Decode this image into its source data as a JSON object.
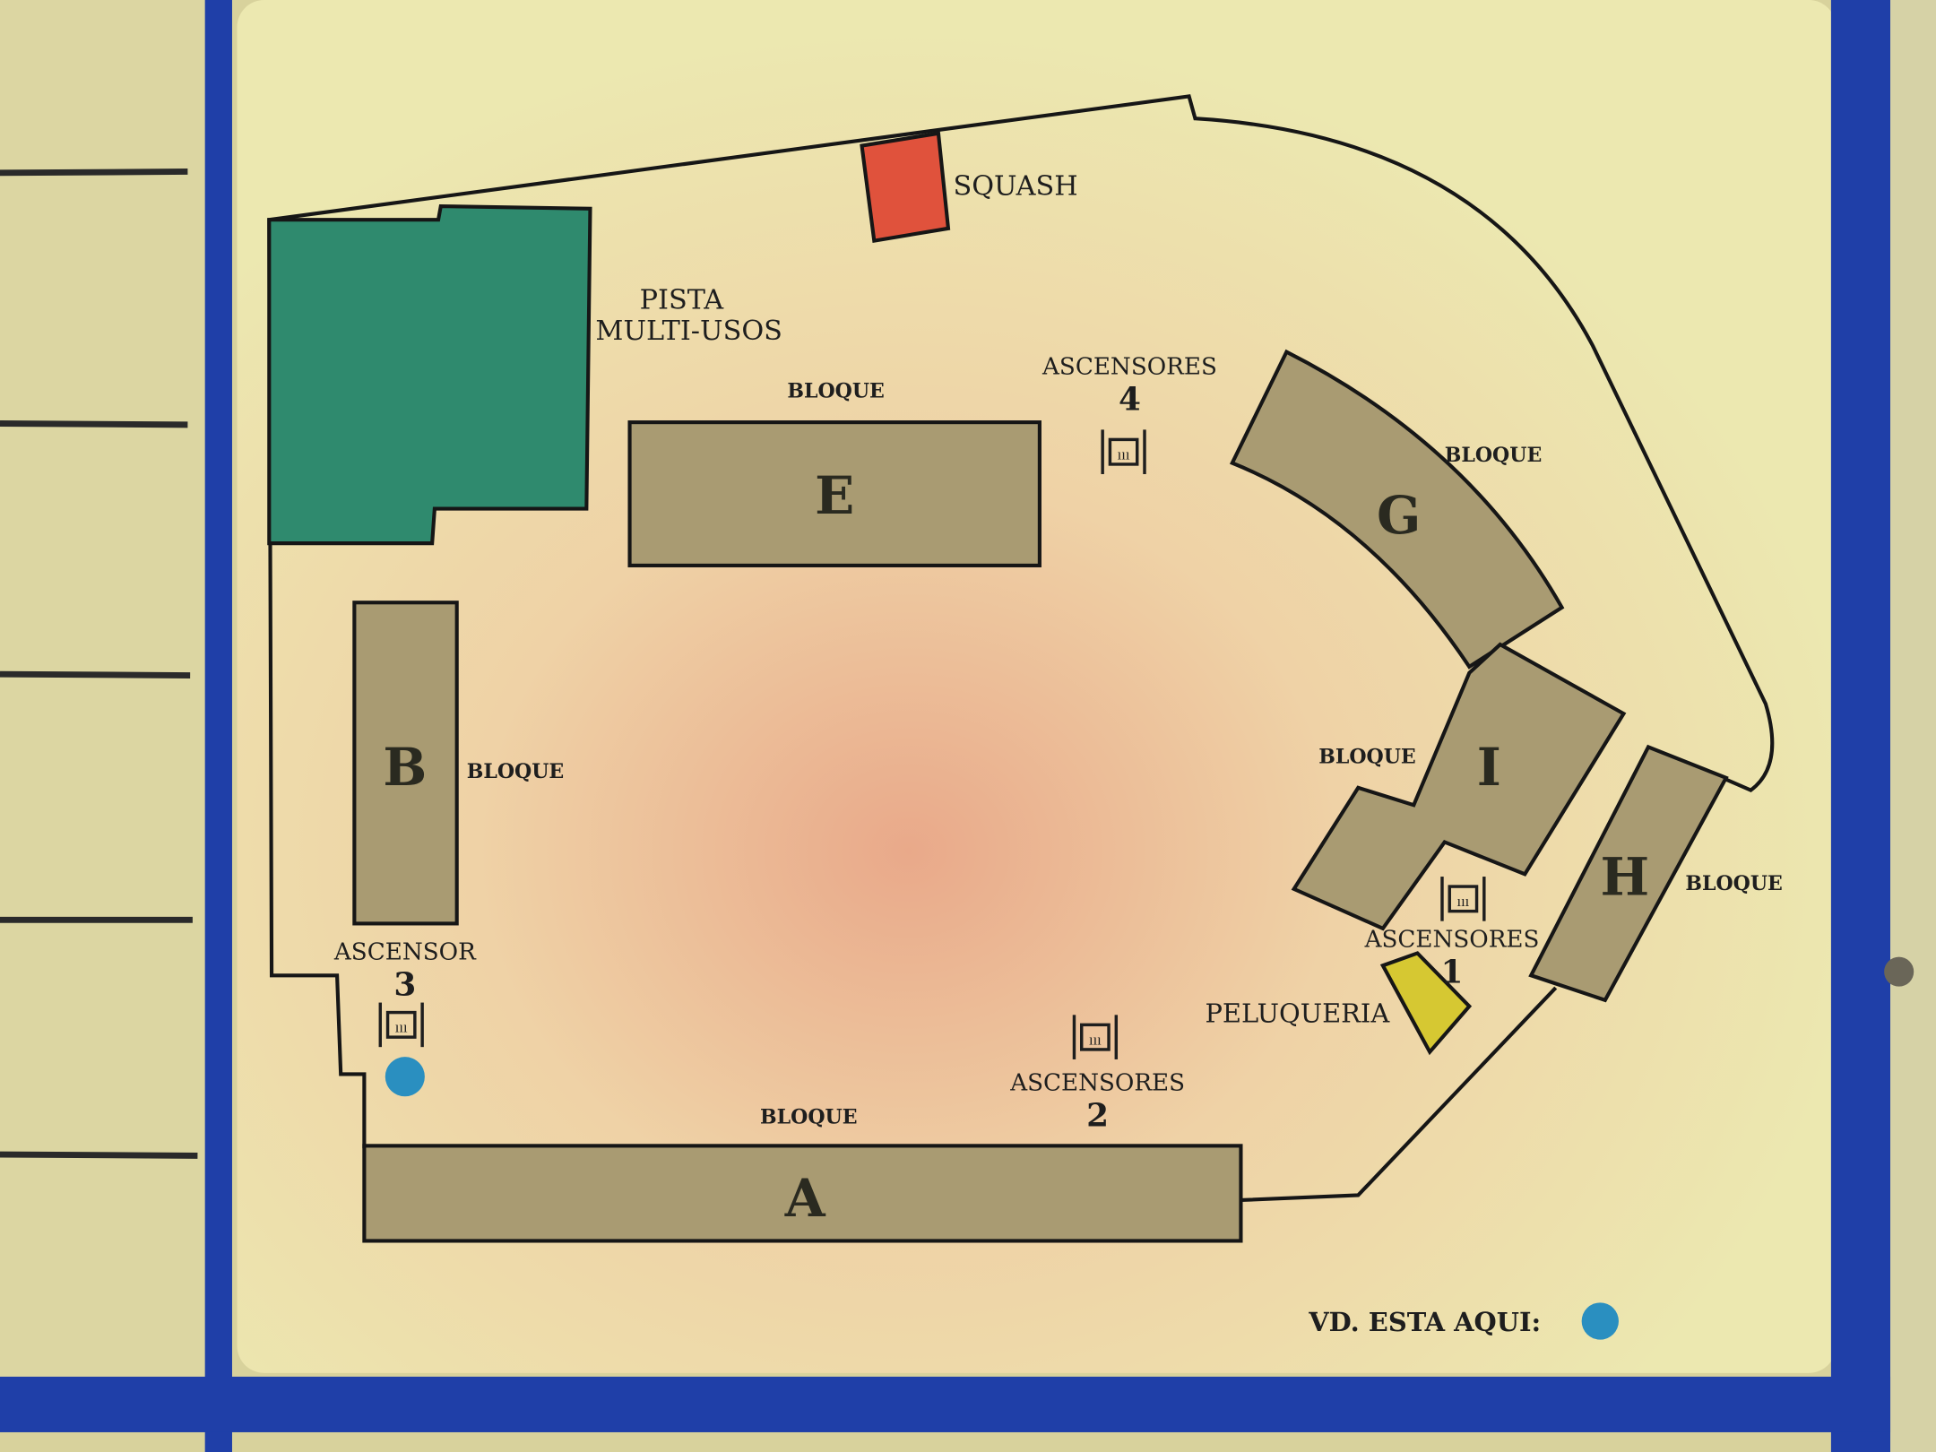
{
  "map": {
    "facilities": {
      "squash": "SQUASH",
      "pista_line1": "PISTA",
      "pista_line2": "MULTI-USOS",
      "peluqueria": "PELUQUERIA"
    },
    "blocks": [
      {
        "letter": "A",
        "label": "BLOQUE"
      },
      {
        "letter": "B",
        "label": "BLOQUE"
      },
      {
        "letter": "E",
        "label": "BLOQUE"
      },
      {
        "letter": "G",
        "label": "BLOQUE"
      },
      {
        "letter": "H",
        "label": "BLOQUE"
      },
      {
        "letter": "I",
        "label": "BLOQUE"
      }
    ],
    "elevators": [
      {
        "label": "ASCENSORES",
        "number": "1"
      },
      {
        "label": "ASCENSORES",
        "number": "2"
      },
      {
        "label": "ASCENSOR",
        "number": "3"
      },
      {
        "label": "ASCENSORES",
        "number": "4"
      }
    ],
    "legend": {
      "you_are_here": "VD. ESTA AQUI:"
    },
    "colors": {
      "block": "#a99b72",
      "pista": "#2f8a6e",
      "squash": "#e0523c",
      "peluqueria": "#d6c832",
      "marker": "#2a8fc0",
      "frame": "#1f3fa8"
    }
  }
}
